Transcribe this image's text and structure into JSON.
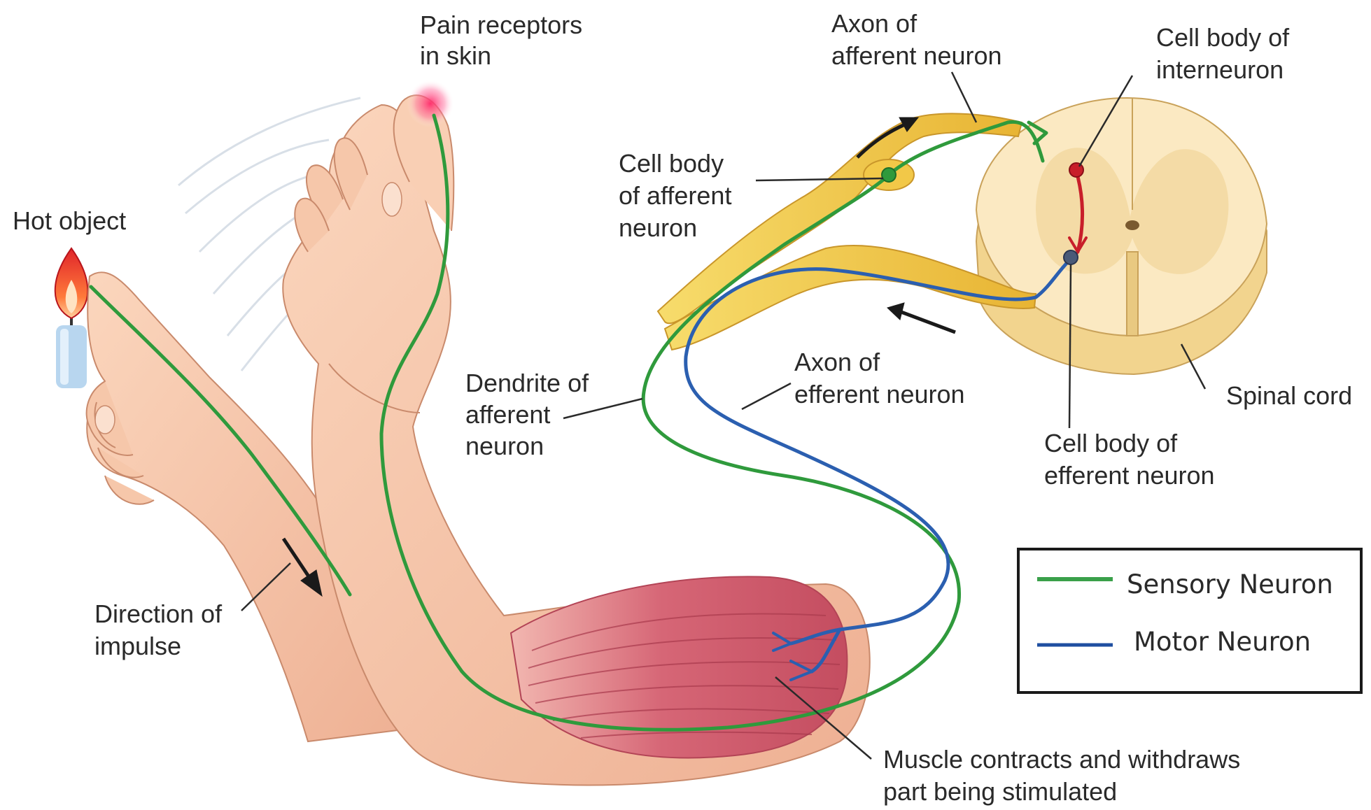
{
  "labels": {
    "hot_object": "Hot object",
    "pain_receptors": [
      "Pain receptors",
      "in skin"
    ],
    "axon_afferent": [
      "Axon of",
      "afferent neuron"
    ],
    "cell_body_interneuron": [
      "Cell body of",
      "interneuron"
    ],
    "cell_body_afferent": [
      "Cell body",
      "of afferent",
      "neuron"
    ],
    "dendrite_afferent": [
      "Dendrite of",
      "afferent",
      "neuron"
    ],
    "axon_efferent": [
      "Axon of",
      "efferent neuron"
    ],
    "spinal_cord": "Spinal cord",
    "cell_body_efferent": [
      "Cell body of",
      "efferent neuron"
    ],
    "direction_impulse": [
      "Direction of",
      "impulse"
    ],
    "muscle": [
      "Muscle contracts and withdraws",
      "part being stimulated"
    ]
  },
  "legend": {
    "items": [
      {
        "label": "Sensory Neuron",
        "line_color": "#3aa04a",
        "text_color": "#3c4fa0"
      },
      {
        "label": "Motor Neuron",
        "line_color": "#1f4fa0",
        "text_color": "#3c4fa0"
      }
    ]
  },
  "colors": {
    "sensory": "#2f9a3c",
    "motor": "#2b5fb0",
    "interneuron": "#c81e2a",
    "skin": "#f4c2a4",
    "nerve": "#f0c43c",
    "spinal_cord": "#f6dfa4",
    "muscle": "#d9737f"
  }
}
